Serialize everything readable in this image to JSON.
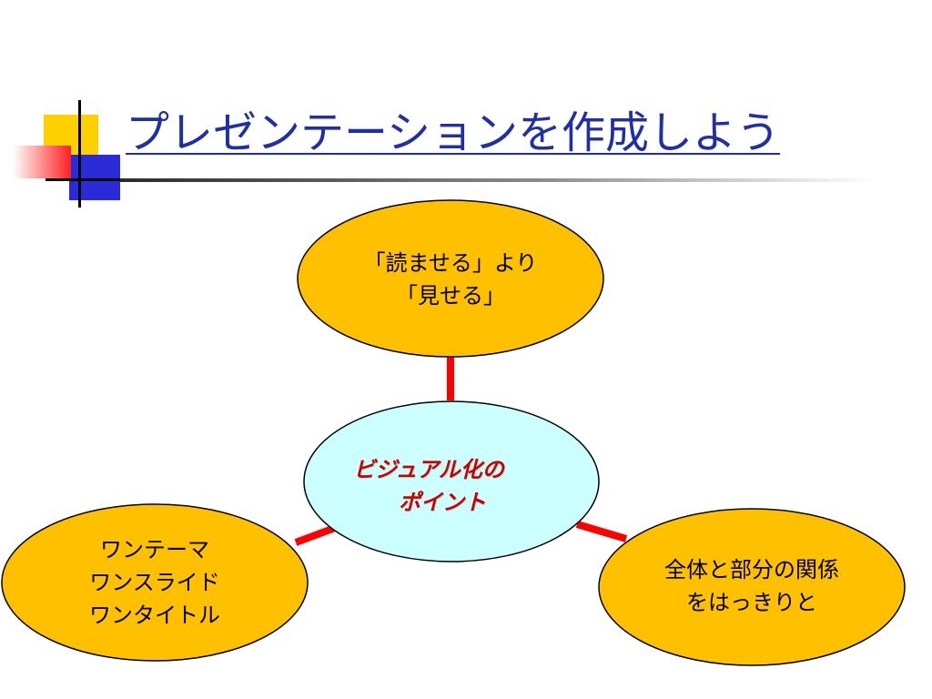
{
  "slide": {
    "title": "プレゼンテーションを作成しよう"
  },
  "diagram": {
    "center": {
      "lines": [
        "ビジュアル化の",
        "ポイント"
      ]
    },
    "nodes": [
      {
        "id": "top",
        "lines": [
          "「読ませる」より",
          "「見せる」"
        ]
      },
      {
        "id": "left",
        "lines": [
          "ワンテーマ",
          "ワンスライド",
          "ワンタイトル"
        ]
      },
      {
        "id": "right",
        "lines": [
          "全体と部分の関係",
          "をはっきりと"
        ]
      }
    ]
  },
  "colors": {
    "title": "#1f2fa8",
    "node_fill": "#ffc000",
    "center_fill": "#ccffff",
    "connector": "#ff0000",
    "center_text": "#cc0000",
    "accent_yellow": "#ffd000",
    "accent_blue": "#2a2ad8",
    "accent_red": "#ff2020"
  }
}
